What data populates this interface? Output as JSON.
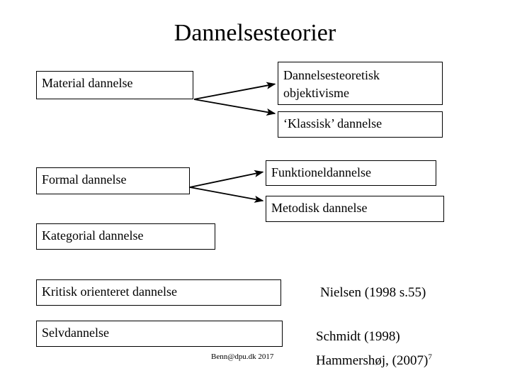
{
  "slide": {
    "title": "Dannelsesteorier",
    "page_number": "7",
    "footer": "Benn@dpu.dk    2017"
  },
  "boxes": [
    {
      "id": "material-dannelse",
      "label": "Material dannelse"
    },
    {
      "id": "dannelsesteoretisk-objektivisme",
      "label": "Dannelsesteoretisk objektivisme"
    },
    {
      "id": "klassisk-dannelse",
      "label": "‘Klassisk’ dannelse"
    },
    {
      "id": "formal-dannelse",
      "label": "Formal dannelse"
    },
    {
      "id": "funktioneldannelse",
      "label": "Funktioneldannelse"
    },
    {
      "id": "metodisk-dannelse",
      "label": "Metodisk dannelse"
    },
    {
      "id": "kategorial-dannelse",
      "label": "Kategorial dannelse"
    },
    {
      "id": "kritisk-orienteret-dannelse",
      "label": "Kritisk orienteret dannelse"
    },
    {
      "id": "selvdannelse",
      "label": "Selvdannelse"
    }
  ],
  "references": [
    {
      "id": "nielsen",
      "text": "Nielsen (1998 s.55)"
    },
    {
      "id": "schmidt",
      "text": "Schmidt (1998)"
    },
    {
      "id": "hammershoj",
      "text": "Hammershøj, (2007)"
    }
  ],
  "colors": {
    "background": "#ffffff",
    "text": "#000000",
    "border": "#000000"
  }
}
